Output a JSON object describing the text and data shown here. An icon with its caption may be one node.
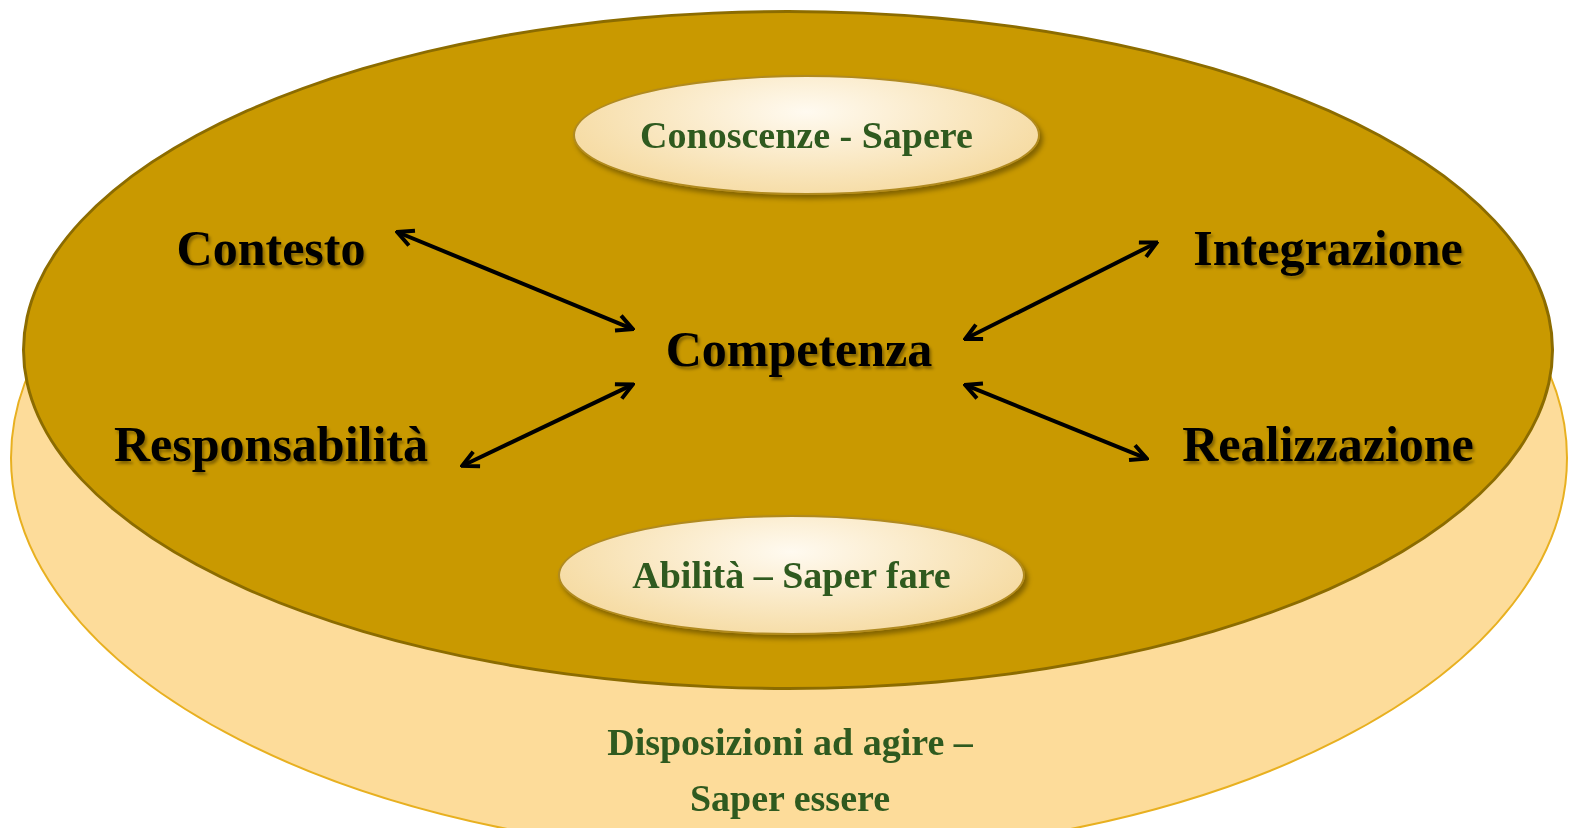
{
  "diagram": {
    "nodes": [
      {
        "text": [
          "Disposizioni ad agire – Saper essere"
        ]
      },
      {
        "text": [],
        "shape": "ellipse",
        "in": 0
      },
      {
        "text": [
          "Conoscenze - Sapere"
        ],
        "in": 1
      },
      {
        "text": [
          "Contesto"
        ],
        "in": 1
      },
      {
        "text": [
          "Integrazione"
        ],
        "in": 1
      },
      {
        "text": [
          "Competenza"
        ],
        "in": 1
      },
      {
        "text": [
          "Responsabilità"
        ],
        "in": 1
      },
      {
        "text": [
          "Realizzazione"
        ],
        "in": 1
      },
      {
        "text": [
          "Abilità – Saper fare"
        ],
        "in": 1
      }
    ],
    "edges": [
      {
        "from": 3,
        "to": 5,
        "arrow": "both"
      },
      {
        "from": 4,
        "to": 5,
        "arrow": "both"
      },
      {
        "from": 6,
        "to": 5,
        "arrow": "both"
      },
      {
        "from": 7,
        "to": 5,
        "arrow": "both"
      }
    ]
  }
}
